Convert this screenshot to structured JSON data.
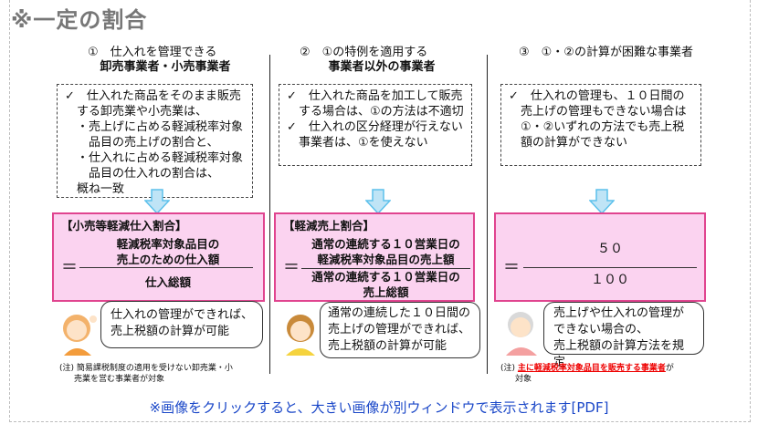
{
  "title": "※一定の割合",
  "columns": [
    {
      "head": "①　仕入れを管理できる",
      "sub": "卸売事業者・小売事業者",
      "box_lines": [
        "✓　仕入れた商品をそのまま販売",
        "　する卸売業や小売業は、",
        "　・売上げに占める軽減税率対象",
        "　　品目の売上げの割合と、",
        "　・仕入れに占める軽減税率対象",
        "　　品目の仕入れの割合は、",
        "　概ね一致"
      ],
      "ratio_label": "【小売等軽減仕入割合】",
      "numerator": [
        "軽減税率対象品目の",
        "売上のための仕入額"
      ],
      "denominator": [
        "仕入総額"
      ],
      "speech": [
        "仕入れの管理ができれば、",
        "売上税額の計算が可能"
      ]
    },
    {
      "head": "②　①の特例を適用する",
      "sub": "事業者以外の事業者",
      "box_lines": [
        "✓　仕入れた商品を加工して販売",
        "　する場合は、①の方法は不適切",
        "✓　仕入れの区分経理が行えない",
        "　事業者は、①を使えない"
      ],
      "ratio_label": "【軽減売上割合】",
      "numerator": [
        "通常の連続する１０営業日の",
        "軽減税率対象品目の売上額"
      ],
      "denominator": [
        "通常の連続する１０営業日の",
        "売上総額"
      ],
      "speech": [
        "通常の連続した１０日間の",
        "売上げの管理ができれば、",
        "売上税額の計算が可能"
      ]
    },
    {
      "head": "③　①・②の計算が困難な事業者",
      "sub": "",
      "box_lines": [
        "✓　仕入れの管理も、１０日間の",
        "　売上げの管理もできない場合は",
        "　①・②いずれの方法でも売上税",
        "　額の計算ができない"
      ],
      "ratio_label": "",
      "numerator": [
        "５０"
      ],
      "denominator": [
        "１００"
      ],
      "speech": [
        "売上げや仕入れの管理が",
        "できない場合の、",
        "売上税額の計算方法を規定"
      ]
    }
  ],
  "equals": "＝",
  "note1": [
    "(注) 簡易課税制度の適用を受けない卸売業・小",
    "売業を営む事業者が対象"
  ],
  "note3_prefix": "(注)",
  "note3_red": "主に軽減税率対象品目を販売する事業者",
  "note3_suffix": "が",
  "note3_line2": "対象",
  "footer": "※画像をクリックすると、大きい画像が別ウィンドウで表示されます[PDF]",
  "colors": {
    "pink_fill": "#fbd3f0",
    "pink_border": "#e0448f",
    "arrow": "#5bc0eb",
    "link": "#1a47c8",
    "red": "#ee0000"
  }
}
